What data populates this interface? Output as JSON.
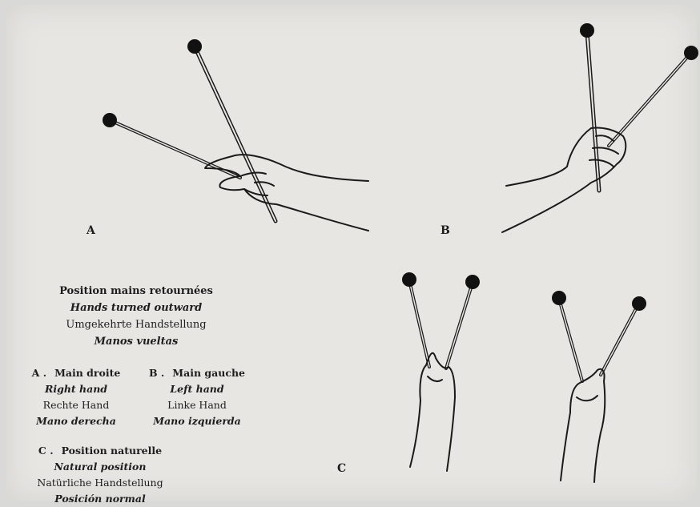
{
  "figure_labels": {
    "a": "A",
    "b": "B",
    "c": "C"
  },
  "caption": {
    "title": "Position mains retournées",
    "english": "Hands turned outward",
    "german": "Umgekehrte Handstellung",
    "spanish": "Manos vueltas"
  },
  "legend_a": {
    "prefix": "A .",
    "title": "Main droite",
    "english": "Right hand",
    "german": "Rechte Hand",
    "spanish": "Mano derecha"
  },
  "legend_b": {
    "prefix": "B .",
    "title": "Main gauche",
    "english": "Left hand",
    "german": "Linke Hand",
    "spanish": "Mano izquierda"
  },
  "legend_c": {
    "prefix": "C .",
    "title": "Position naturelle",
    "english": "Natural position",
    "german": "Natürliche Handstellung",
    "spanish": "Posición normal"
  }
}
